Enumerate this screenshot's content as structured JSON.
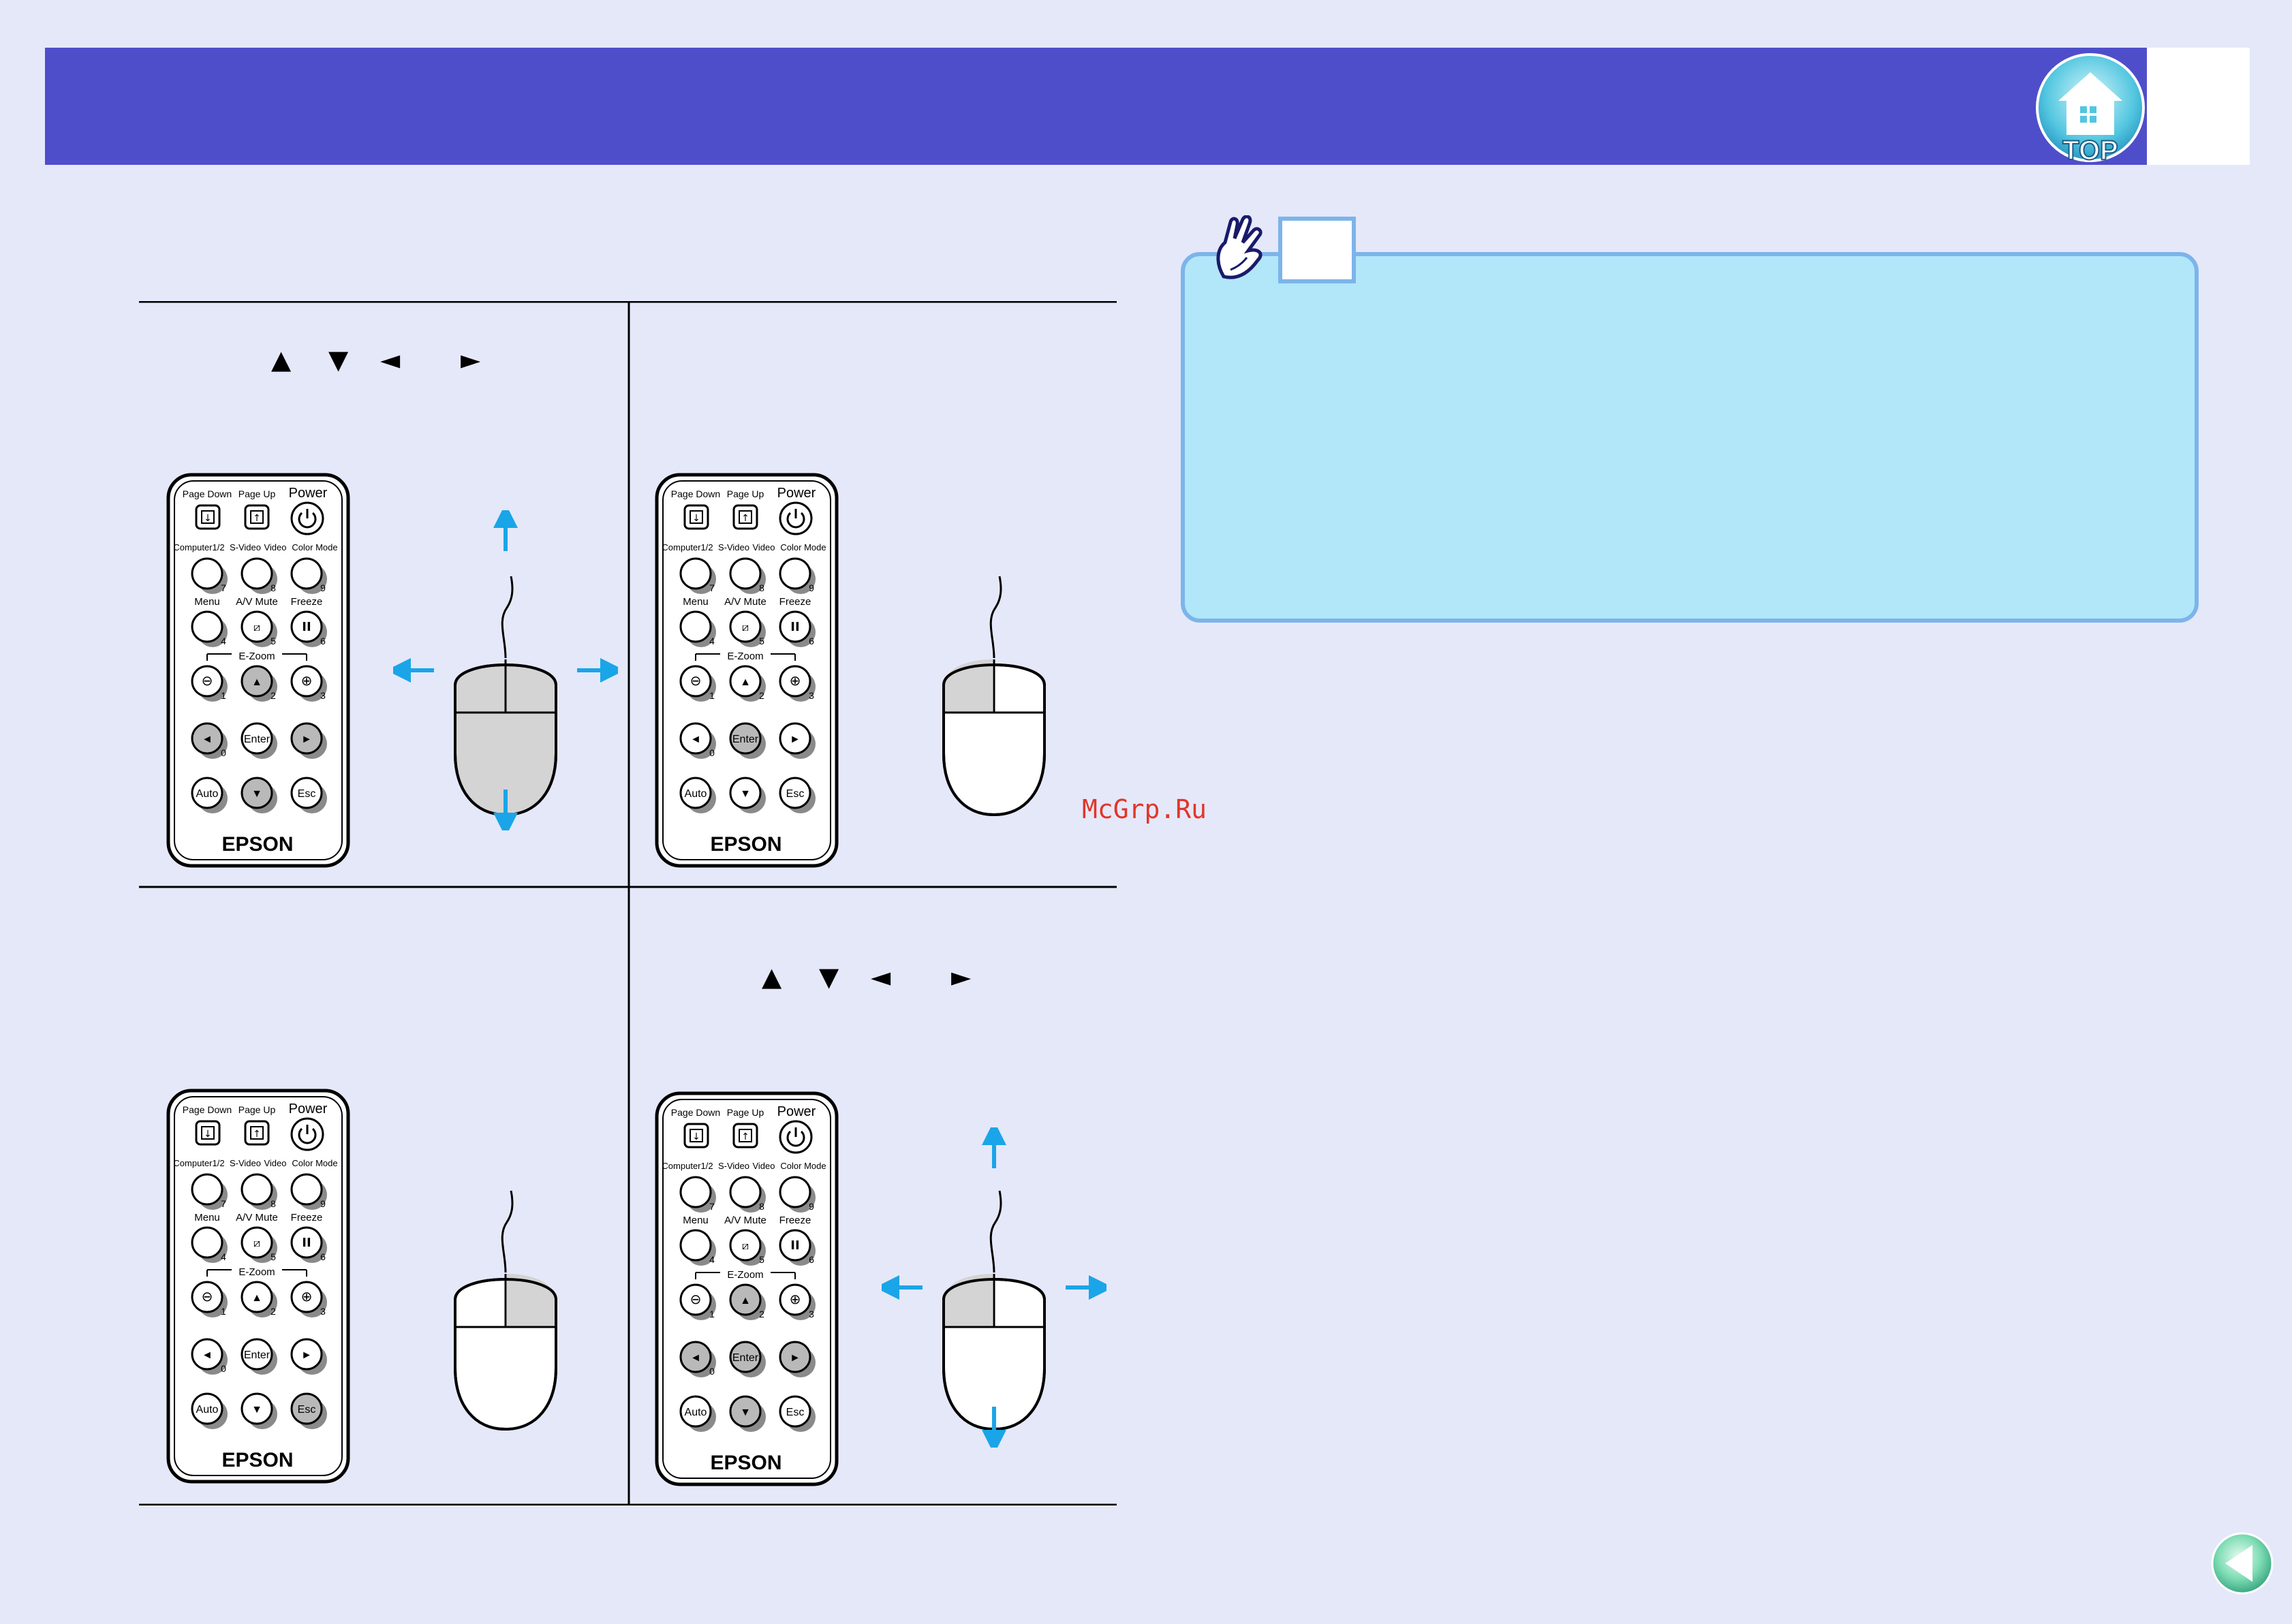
{
  "header": {
    "top_button_label": "TOP",
    "accent": "#4e4ecb"
  },
  "panels": {
    "arrow_glyphs": [
      "▲",
      "▼",
      "◄",
      "►"
    ],
    "remote": {
      "labels": {
        "page_down": "Page Down",
        "page_up": "Page Up",
        "power": "Power",
        "computer": "Computer1/2",
        "svideo": "S-Video",
        "video": "Video",
        "color_mode": "Color Mode",
        "menu": "Menu",
        "av_mute": "A/V Mute",
        "freeze": "Freeze",
        "e_zoom": "E-Zoom",
        "enter": "Enter",
        "auto": "Auto",
        "esc": "Esc",
        "brand": "EPSON"
      },
      "digits": [
        "7",
        "8",
        "9",
        "4",
        "5",
        "6",
        "1",
        "2",
        "3",
        "0"
      ]
    }
  },
  "note": {
    "border_color": "#7cb4ea",
    "fill_color": "#b2e6f9"
  },
  "watermark": "McGrp.Ru",
  "icons": [
    "home-top-icon",
    "hint-hand-icon",
    "back-arrow-icon"
  ]
}
